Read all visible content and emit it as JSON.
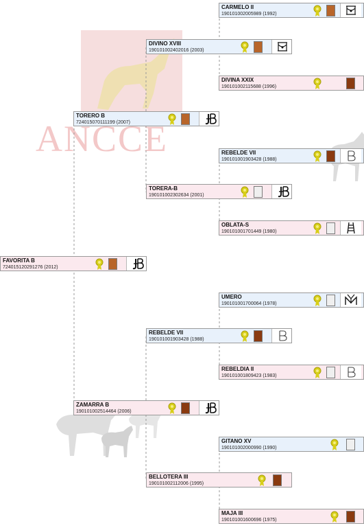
{
  "watermark": {
    "text": "ANCCE"
  },
  "colors": {
    "male_bg": "#e8f1fb",
    "female_bg": "#fbe9ee",
    "coat_chestnut": "#b8652a",
    "coat_dark_chestnut": "#8a3a10",
    "coat_white": "#efefef",
    "award": "#d8cf1a"
  },
  "pedigree": {
    "subject": {
      "name": "FAVORITA B",
      "reg": "724015120291276 (2012)",
      "sex": "f",
      "coat": "chestnut",
      "brand": "jb-brand-icon"
    },
    "sire": {
      "name": "TORERO B",
      "reg": "724015070111199 (2007)",
      "sex": "m",
      "coat": "chestnut",
      "brand": "jb-brand-icon"
    },
    "dam": {
      "name": "ZAMARRA B",
      "reg": "190101002514464 (2006)",
      "sex": "f",
      "coat": "dark_chestnut",
      "brand": "jb-brand-icon"
    },
    "ss": {
      "name": "DIVINO XVIII",
      "reg": "190101002402016 (2003)",
      "sex": "m",
      "coat": "chestnut",
      "brand": "bridle-brand-icon"
    },
    "sd": {
      "name": "TORERA-B",
      "reg": "190101002302634 (2001)",
      "sex": "f",
      "coat": "white",
      "brand": "jb-brand-icon"
    },
    "ds": {
      "name": "REBELDE VII",
      "reg": "190101001903428 (1988)",
      "sex": "m",
      "coat": "dark_chestnut",
      "brand": "b-brand-icon"
    },
    "dd": {
      "name": "BELLOTERA III",
      "reg": "190101002112006 (1995)",
      "sex": "f",
      "coat": "dark_chestnut",
      "brand": ""
    },
    "sss": {
      "name": "CARMELO II",
      "reg": "190101002005989 (1992)",
      "sex": "m",
      "coat": "chestnut",
      "brand": "bridle-brand-icon"
    },
    "ssd": {
      "name": "DIVINA XXIX",
      "reg": "190101002115688 (1996)",
      "sex": "f",
      "coat": "dark_chestnut",
      "brand": ""
    },
    "sds": {
      "name": "REBELDE VII",
      "reg": "190101001903428 (1988)",
      "sex": "m",
      "coat": "dark_chestnut",
      "brand": "b-brand-icon"
    },
    "sdd": {
      "name": "OBLATA-S",
      "reg": "190101001701449 (1980)",
      "sex": "f",
      "coat": "white",
      "brand": "ladder-brand-icon"
    },
    "dss": {
      "name": "UMERO",
      "reg": "190101001700064 (1978)",
      "sex": "m",
      "coat": "white",
      "brand": "ym-brand-icon"
    },
    "dsd": {
      "name": "REBELDIA II",
      "reg": "190101001809423 (1983)",
      "sex": "f",
      "coat": "white",
      "brand": "b-brand-icon"
    },
    "dds": {
      "name": "GITANO XV",
      "reg": "190101002000990 (1990)",
      "sex": "m",
      "coat": "white",
      "brand": ""
    },
    "ddd": {
      "name": "MAJA III",
      "reg": "190101001600696 (1975)",
      "sex": "f",
      "coat": "dark_chestnut",
      "brand": ""
    }
  }
}
